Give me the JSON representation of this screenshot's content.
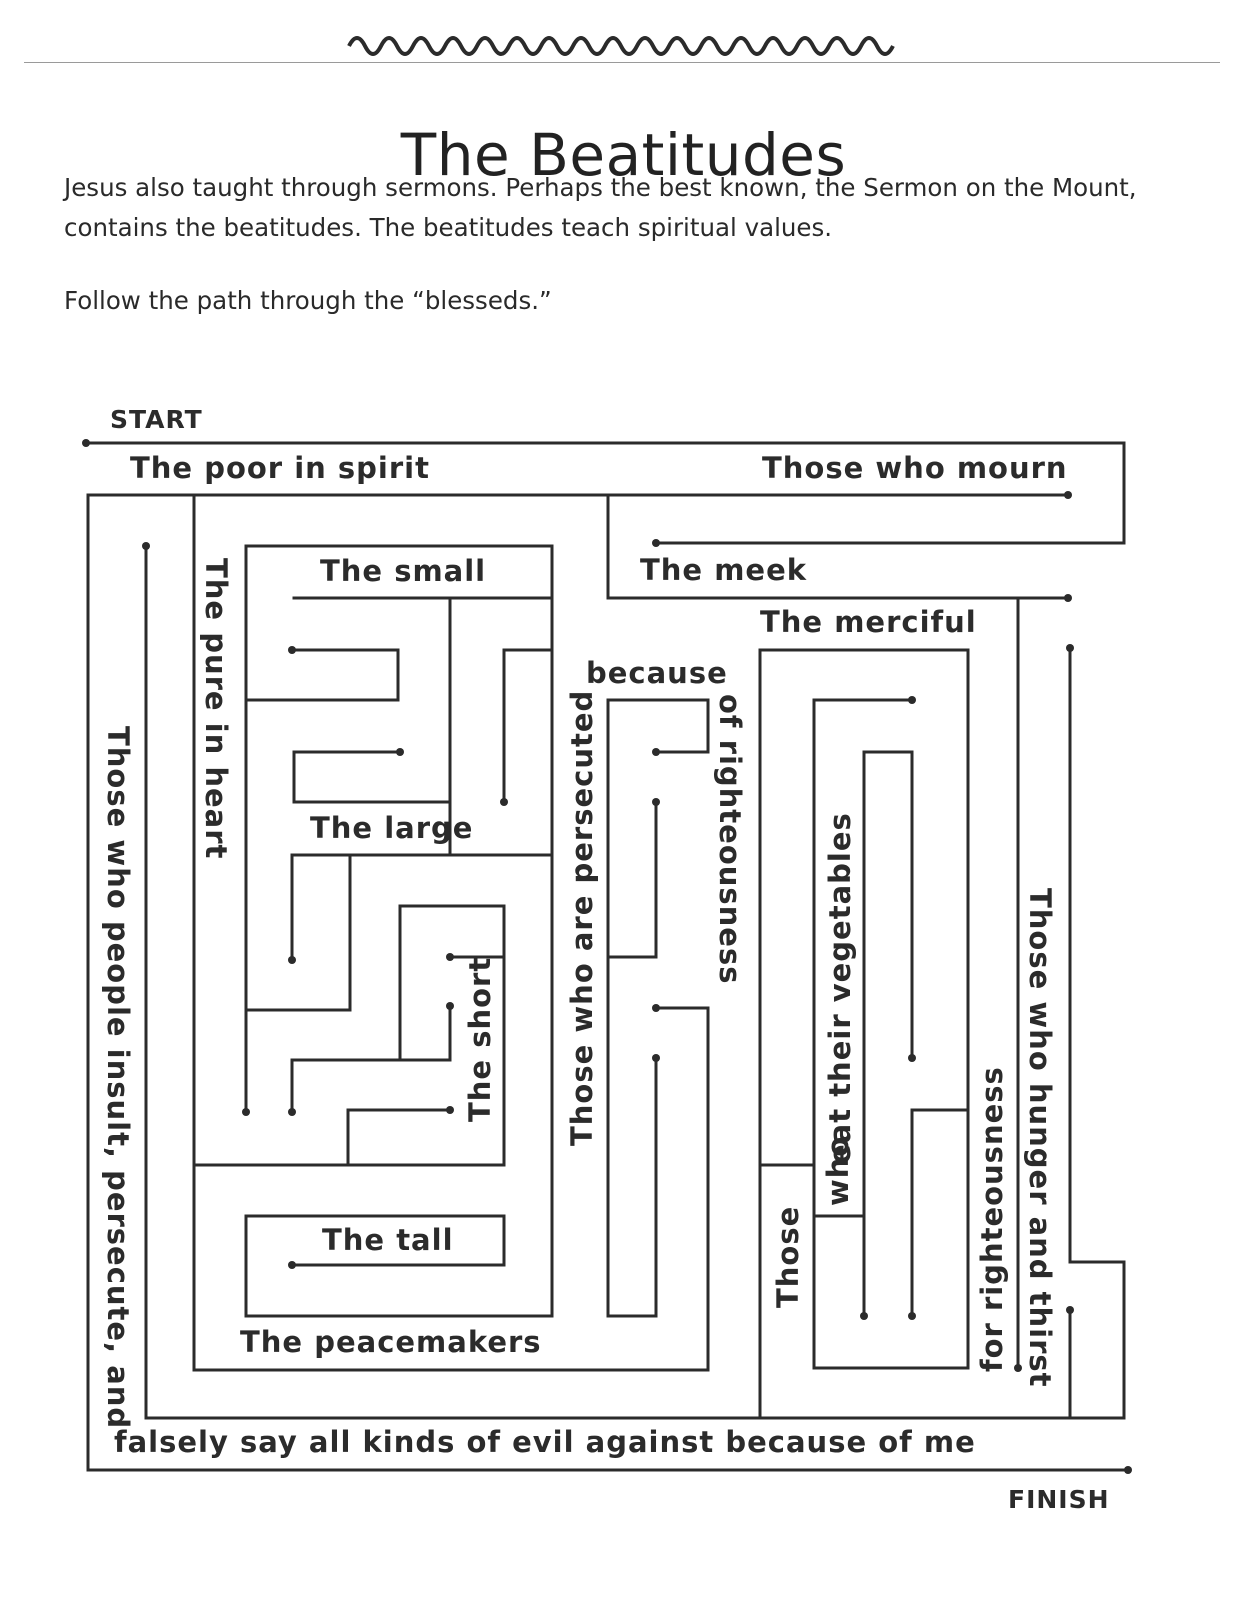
{
  "title": "The Beatitudes",
  "intro": "Jesus also taught through sermons. Perhaps the best known, the Sermon on the Mount, contains the beatitudes. The beatitudes teach spiritual values.",
  "instruction": "Follow the path through the “blesseds.”",
  "maze": {
    "start": "START",
    "finish": "FINISH",
    "labels": {
      "poor_in_spirit": "The poor in spirit",
      "mourn": "Those who mourn",
      "small": "The small",
      "meek": "The meek",
      "merciful": "The merciful",
      "pure_in_heart": "The pure in heart",
      "because": "because",
      "of_righteousness": "of righteousness",
      "persecuted": "Those who are persecuted",
      "large": "The large",
      "short": "The short",
      "tall": "The tall",
      "peacemakers": "The peacemakers",
      "insult": "Those who people insult, persecute, and",
      "falsely": "falsely say all kinds of evil against because of me",
      "vegetables_line1": "eat their vegetables",
      "vegetables_who": "who",
      "vegetables_those": "Those",
      "hunger": "Those who hunger and thirst",
      "for_righteousness": "for righteousness"
    }
  }
}
